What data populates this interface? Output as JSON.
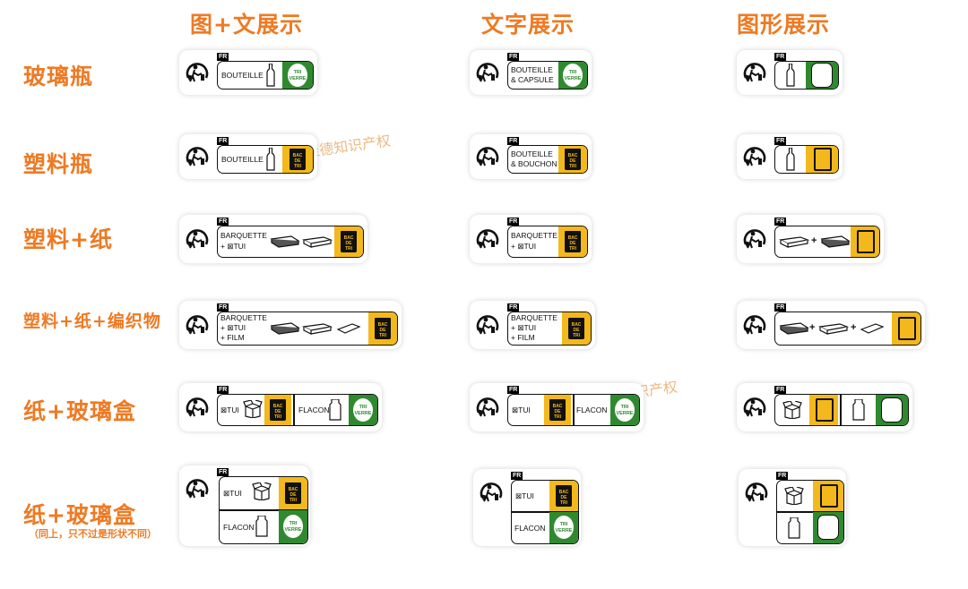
{
  "columns": [
    "图+文展示",
    "文字展示",
    "图形展示"
  ],
  "rows": [
    {
      "label": "玻璃瓶"
    },
    {
      "label": "塑料瓶"
    },
    {
      "label": "塑料+纸"
    },
    {
      "label": "塑料+纸+编织物"
    },
    {
      "label": "纸+玻璃盒"
    },
    {
      "label": "纸+玻璃盒",
      "note": "（同上，只不过是形状不同）"
    }
  ],
  "watermark": "聚德知识产权",
  "logo_text": {
    "fr": "FR",
    "bouteille": "BOUTEILLE",
    "bouteille_capsule_1": "BOUTEILLE",
    "bouteille_capsule_2": "& CAPSULE",
    "bouteille_bouchon_1": "BOUTEILLE",
    "bouteille_bouchon_2": "& BOUCHON",
    "barquette": "BARQUETTE",
    "etui": "+ ⊠TUI",
    "film": "+ FILM",
    "etui_single": "⊠TUI",
    "flacon": "FLACON",
    "tri_verre_1": "TRI",
    "tri_verre_2": "VERRE",
    "bac_1": "BAC",
    "bac_2": "DE",
    "bac_3": "TRI"
  },
  "colors": {
    "accent": "#ee7a23",
    "sort_yellow": "#f3b81c",
    "glass_green": "#2f8a2f"
  }
}
